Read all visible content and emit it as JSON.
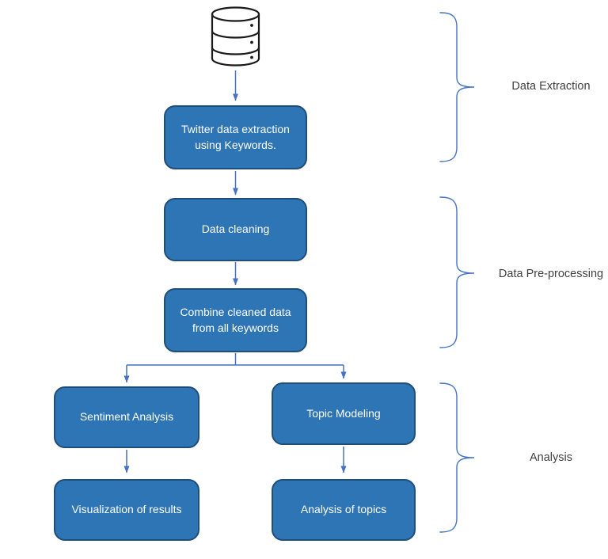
{
  "diagram": {
    "type": "flowchart",
    "icons": {
      "source": "database-icon"
    },
    "nodes": {
      "extraction": {
        "label": "Twitter data extraction using Keywords."
      },
      "cleaning": {
        "label": "Data cleaning"
      },
      "combine": {
        "label": "Combine cleaned data from all keywords"
      },
      "sentiment": {
        "label": "Sentiment Analysis"
      },
      "topic_modeling": {
        "label": "Topic Modeling"
      },
      "visualization": {
        "label": "Visualization of results"
      },
      "analysis_of_topics": {
        "label": "Analysis of topics"
      }
    },
    "stages": {
      "extraction": {
        "label": "Data Extraction"
      },
      "preprocessing": {
        "label": "Data Pre-processing"
      },
      "analysis": {
        "label": "Analysis"
      }
    },
    "colors": {
      "node_fill": "#2E75B6",
      "node_border": "#1F4E79",
      "node_text": "#FFFFFF",
      "connector": "#4472C4",
      "stage_text": "#404040",
      "icon_stroke": "#1A1A1A",
      "background": "#FFFFFF"
    }
  }
}
